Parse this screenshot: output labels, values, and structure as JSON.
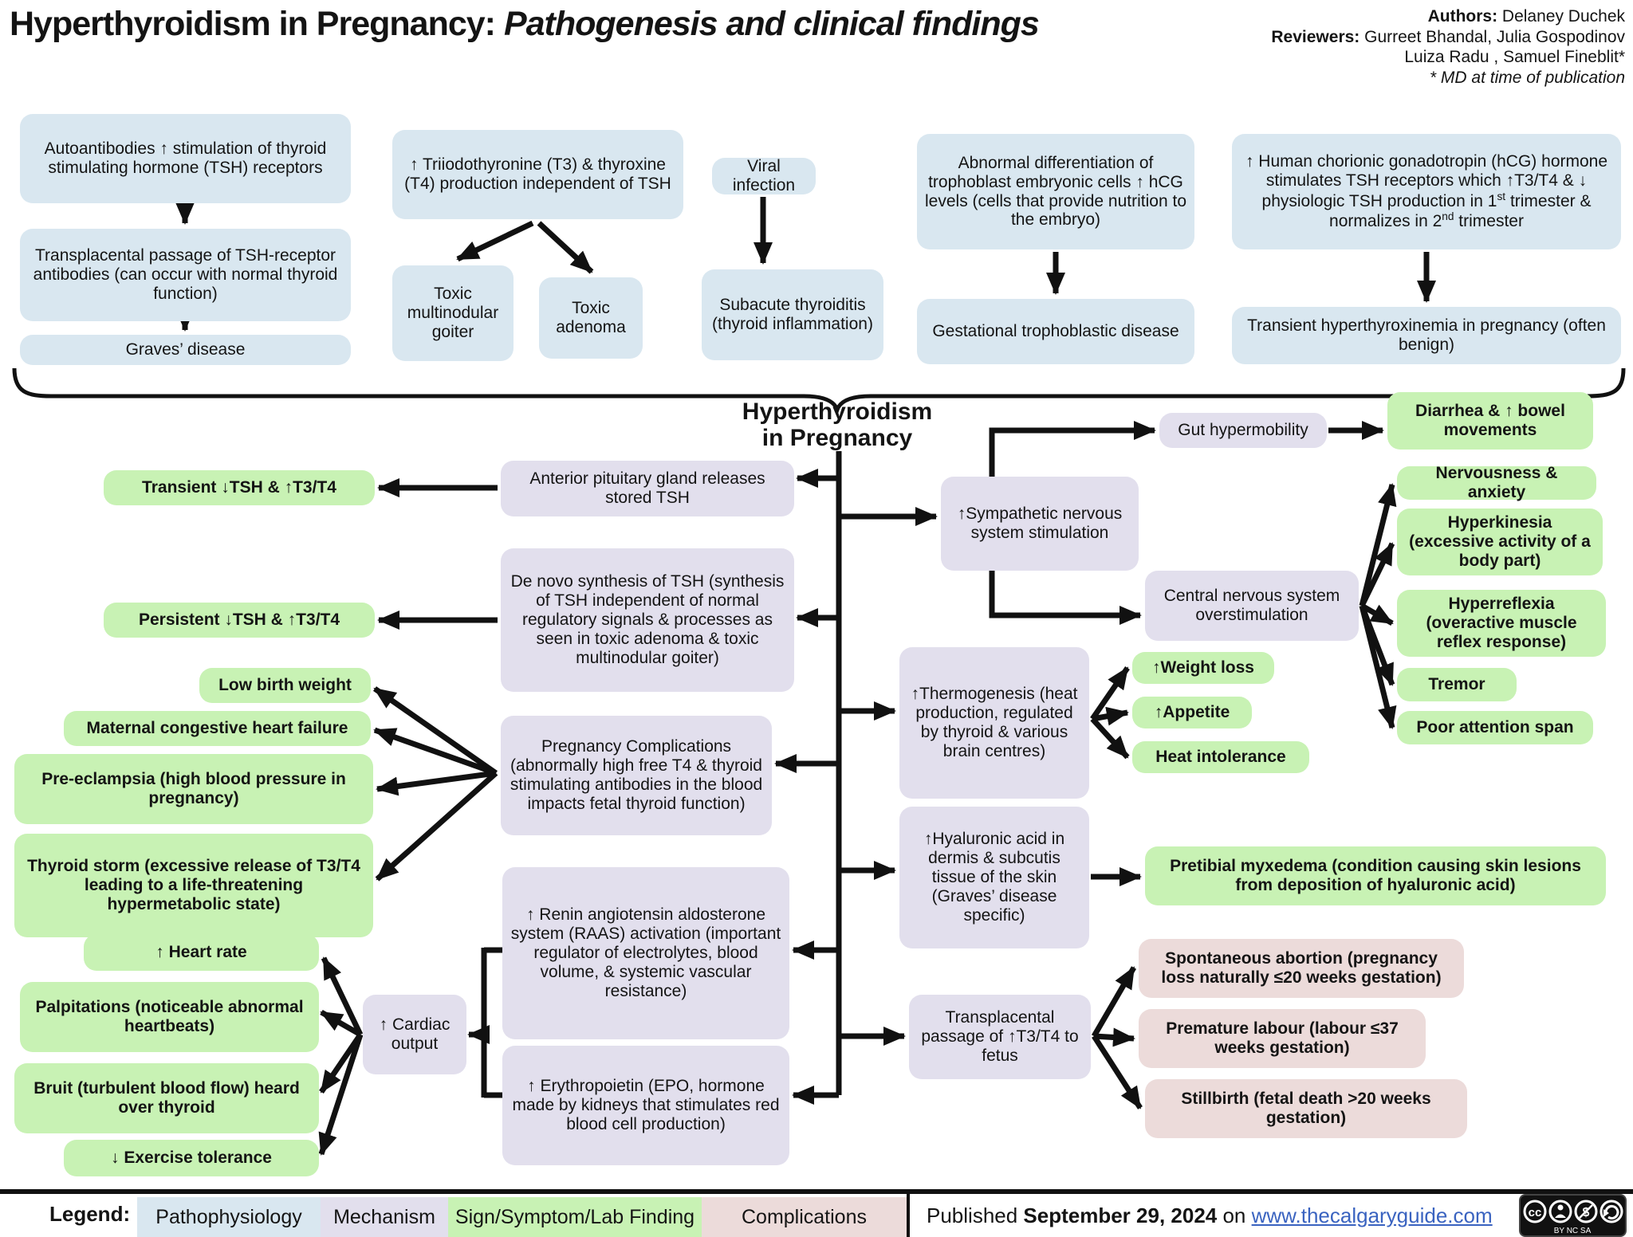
{
  "header": {
    "title_main": "Hyperthyroidism in Pregnancy: ",
    "title_italic": "Pathogenesis and clinical findings",
    "authors_label": "Authors:",
    "authors_value": " Delaney Duchek",
    "reviewers_label": "Reviewers:",
    "reviewers_line1": " Gurreet Bhandal, Julia Gospodinov",
    "reviewers_line2": "Luiza Radu , Samuel Fineblit*",
    "md_note": "* MD at time of publication"
  },
  "central": {
    "line1": "Hyperthyroidism",
    "line2": "in Pregnancy"
  },
  "nodes": {
    "autoantibodies": "Autoantibodies ↑ stimulation of thyroid stimulating hormone (TSH) receptors",
    "transplacental_tsh": "Transplacental passage of TSH-receptor antibodies (can occur with normal thyroid function)",
    "graves": "Graves’ disease",
    "t3t4_production": "↑ Triiodothyronine (T3) & thyroxine (T4) production independent of TSH",
    "toxic_goiter": "Toxic multinodular goiter",
    "toxic_adenoma": "Toxic adenoma",
    "viral_infection": "Viral infection",
    "subacute_thyroiditis": "Subacute thyroiditis (thyroid inflammation)",
    "trophoblast": "Abnormal differentiation of trophoblast embryonic cells ↑ hCG levels (cells that provide nutrition to the embryo)",
    "gestational": "Gestational trophoblastic disease",
    "hcg_parts": {
      "p0": "↑ Human chorionic gonadotropin (hCG) hormone stimulates TSH receptors which ↑T3/T4 & ↓ physiologic TSH production in 1",
      "p1": "st",
      "p2": " trimester & normalizes in 2",
      "p3": "nd",
      "p4": " trimester"
    },
    "transient_hyperthyroxinemia": "Transient hyperthyroxinemia in pregnancy (often benign)",
    "anterior_pituitary": "Anterior pituitary gland releases stored TSH",
    "transient_tsh": "Transient ↓TSH & ↑T3/T4",
    "de_novo": "De novo synthesis of TSH (synthesis of TSH independent of normal regulatory signals & processes as seen in toxic adenoma & toxic multinodular goiter)",
    "persistent_tsh": "Persistent ↓TSH & ↑T3/T4",
    "pregnancy_complications": "Pregnancy Complications (abnormally high free T4 & thyroid stimulating antibodies in the blood impacts fetal thyroid function)",
    "low_birth_weight": "Low birth weight",
    "maternal_chf": "Maternal congestive heart failure",
    "preeclampsia": "Pre-eclampsia (high blood pressure in pregnancy)",
    "thyroid_storm": "Thyroid storm (excessive release of T3/T4 leading to a life-threatening hypermetabolic state)",
    "raas": "↑ Renin angiotensin aldosterone system (RAAS) activation (important regulator of electrolytes, blood volume, & systemic vascular resistance)",
    "epo": "↑ Erythropoietin (EPO, hormone made by kidneys that stimulates red blood cell production)",
    "cardiac_output": "↑ Cardiac output",
    "heart_rate": "↑ Heart rate",
    "palpitations": "Palpitations (noticeable abnormal heartbeats)",
    "bruit": "Bruit (turbulent blood flow) heard over thyroid",
    "exercise_tolerance": "↓ Exercise tolerance",
    "sympathetic": "↑Sympathetic nervous system stimulation",
    "gut_hypermobility": "Gut hypermobility",
    "diarrhea": "Diarrhea & ↑ bowel movements",
    "cns": "Central nervous system overstimulation",
    "nervousness": "Nervousness & anxiety",
    "hyperkinesia": "Hyperkinesia (excessive activity of a body part)",
    "hyperreflexia": "Hyperreflexia (overactive muscle reflex response)",
    "tremor": "Tremor",
    "poor_attention": "Poor attention span",
    "thermogenesis": "↑Thermogenesis (heat production, regulated by thyroid & various brain centres)",
    "weight_loss": "↑Weight loss",
    "appetite": "↑Appetite",
    "heat_intolerance": "Heat intolerance",
    "hyaluronic": "↑Hyaluronic acid in dermis & subcutis tissue of the skin (Graves’ disease specific)",
    "pretibial": "Pretibial myxedema (condition causing skin lesions from deposition of hyaluronic acid)",
    "transplacental_t3t4": "Transplacental passage of ↑T3/T4 to fetus",
    "spontaneous_abortion": "Spontaneous abortion (pregnancy loss naturally ≤20 weeks gestation)",
    "premature_labour": "Premature labour (labour ≤37 weeks gestation)",
    "stillbirth": "Stillbirth (fetal death >20 weeks gestation)"
  },
  "legend": {
    "label": "Legend:",
    "items": [
      {
        "label": "Pathophysiology",
        "color": "#d9e7f0"
      },
      {
        "label": "Mechanism",
        "color": "#e2dfed"
      },
      {
        "label": "Sign/Symptom/Lab Finding",
        "color": "#c8f2b4"
      },
      {
        "label": "Complications",
        "color": "#ecdbda"
      }
    ],
    "published_prefix": "Published ",
    "published_date": "September 29, 2024",
    "published_on": " on ",
    "published_url": "www.thecalgaryguide.com",
    "cc_caption": "BY NC SA"
  },
  "colors": {
    "pathophysiology": "#d9e7f0",
    "mechanism": "#e2dfed",
    "sign_symptom": "#c8f2b4",
    "complications": "#ecdbda",
    "arrow": "#111111",
    "link": "#3a63c0"
  }
}
